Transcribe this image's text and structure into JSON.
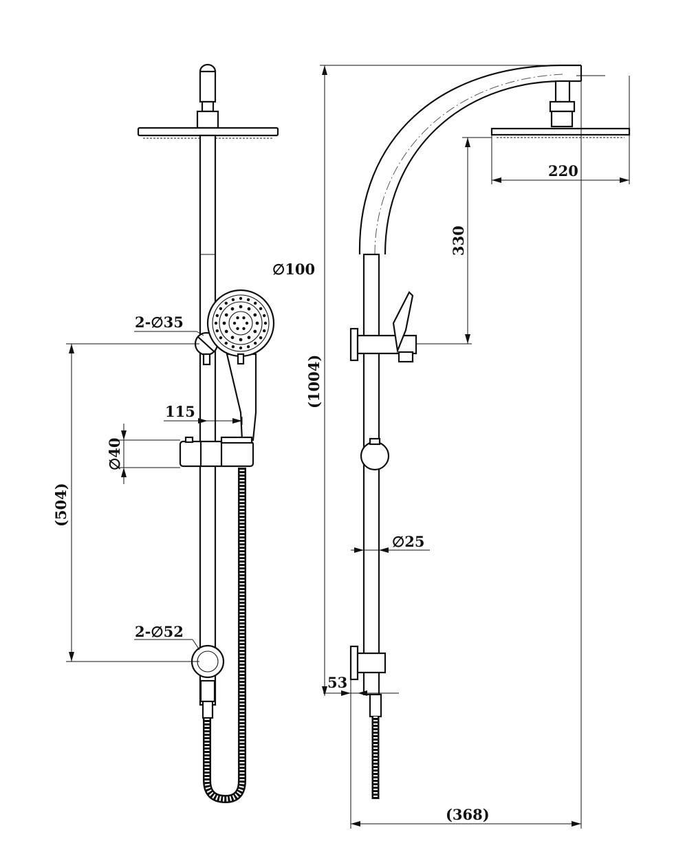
{
  "diagram": {
    "front_view": {
      "handshower_diameter": "∅100",
      "bracket_top": "2-∅35",
      "handshower_offset": "115",
      "holder_diameter": "∅40",
      "bracket_spacing": "(504)",
      "bracket_bottom": "2-∅52"
    },
    "side_view": {
      "overall_height": "(1004)",
      "head_diameter": "220",
      "head_to_bracket": "330",
      "rail_diameter": "∅25",
      "wall_offset": "53",
      "overall_projection": "(368)"
    }
  }
}
